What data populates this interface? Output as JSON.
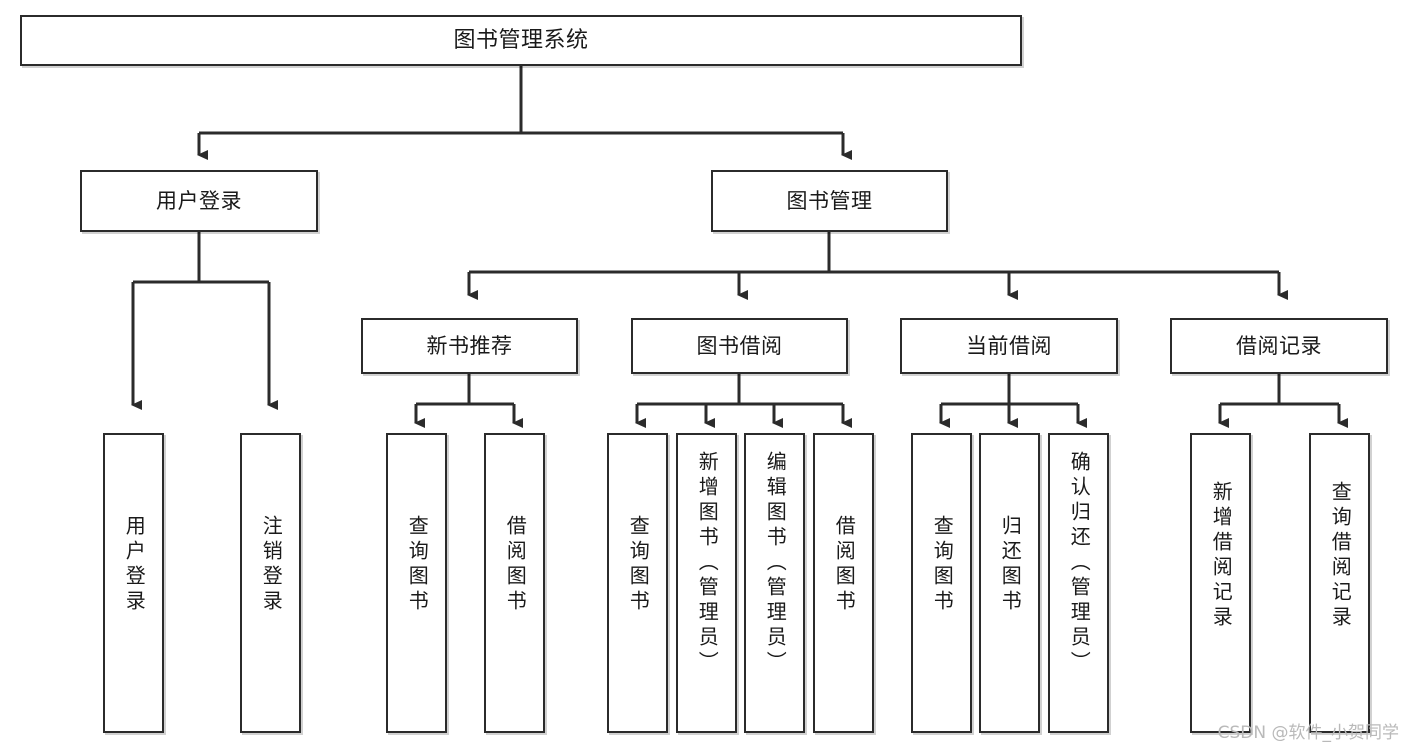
{
  "diagram": {
    "type": "tree-hierarchy",
    "title": "图书管理系统",
    "orientation": "top-down",
    "colors": {
      "box_border": "#2b2b2b",
      "box_fill": "#ffffff",
      "edge": "#2b2b2b",
      "text": "#1a1a1a",
      "watermark": "#b9b9b9",
      "background": "#ffffff"
    },
    "root": {
      "label": "图书管理系统"
    },
    "level1": [
      {
        "label": "用户登录"
      },
      {
        "label": "图书管理"
      }
    ],
    "level2": [
      {
        "label": "新书推荐"
      },
      {
        "label": "图书借阅"
      },
      {
        "label": "当前借阅"
      },
      {
        "label": "借阅记录"
      }
    ],
    "leaves": {
      "user_login": [
        {
          "label": "用户登录"
        },
        {
          "label": "注销登录"
        }
      ],
      "new_book_recommend": [
        {
          "label": "查询图书"
        },
        {
          "label": "借阅图书"
        }
      ],
      "book_borrow": [
        {
          "label": "查询图书"
        },
        {
          "label": "新增图书（管理员）"
        },
        {
          "label": "编辑图书（管理员）"
        },
        {
          "label": "借阅图书"
        }
      ],
      "current_borrow": [
        {
          "label": "查询图书"
        },
        {
          "label": "归还图书"
        },
        {
          "label": "确认归还（管理员）"
        }
      ],
      "borrow_records": [
        {
          "label": "新增借阅记录"
        },
        {
          "label": "查询借阅记录"
        }
      ]
    }
  },
  "watermark": {
    "text": "CSDN @软件_小贺同学"
  }
}
